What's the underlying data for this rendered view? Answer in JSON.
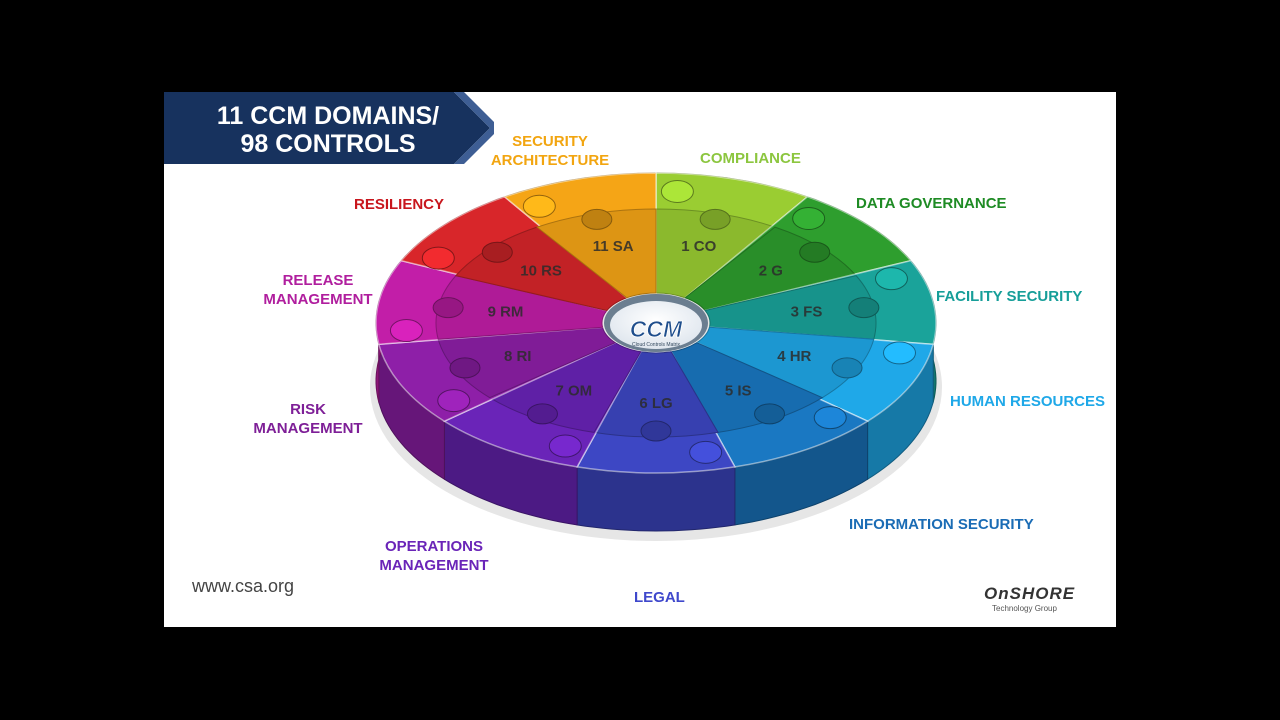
{
  "banner": {
    "line1": "11 CCM DOMAINS/",
    "line2": "98 CONTROLS"
  },
  "center": {
    "logo": "CCM",
    "subtitle": "Cloud Controls Matrix"
  },
  "domains": [
    {
      "code": "1 CO",
      "name": "COMPLIANCE",
      "color": "#9ACD32"
    },
    {
      "code": "2 G",
      "name": "DATA GOVERNANCE",
      "color": "#2E9E2E"
    },
    {
      "code": "3 FS",
      "name": "FACILITY SECURITY",
      "color": "#1AA39A"
    },
    {
      "code": "4 HR",
      "name": "HUMAN RESOURCES",
      "color": "#1FA8E8"
    },
    {
      "code": "5 IS",
      "name": "INFORMATION SECURITY",
      "color": "#1A78C2"
    },
    {
      "code": "6 LG",
      "name": "LEGAL",
      "color": "#3D47C4"
    },
    {
      "code": "7 OM",
      "name": "OPERATIONS MANAGEMENT",
      "color": "#6A24B8"
    },
    {
      "code": "8 RI",
      "name": "RISK MANAGEMENT",
      "color": "#8E1FA8"
    },
    {
      "code": "9 RM",
      "name": "RELEASE MANAGEMENT",
      "color": "#C21EA8"
    },
    {
      "code": "10 RS",
      "name": "RESILIENCY",
      "color": "#D8262A"
    },
    {
      "code": "11 SA",
      "name": "SECURITY ARCHITECTURE",
      "color": "#F5A516"
    }
  ],
  "labels": {
    "sa1": "SECURITY",
    "sa2": "ARCHITECTURE",
    "co": "COMPLIANCE",
    "dg": "DATA GOVERNANCE",
    "fs": "FACILITY SECURITY",
    "hr": "HUMAN RESOURCES",
    "is": "INFORMATION SECURITY",
    "lg": "LEGAL",
    "om1": "OPERATIONS",
    "om2": "MANAGEMENT",
    "ri1": "RISK",
    "ri2": "MANAGEMENT",
    "rm1": "RELEASE",
    "rm2": "MANAGEMENT",
    "rs": "RESILIENCY"
  },
  "footer": {
    "url": "www.csa.org",
    "logo_main": "OnSHORE",
    "logo_sub": "Technology Group"
  }
}
